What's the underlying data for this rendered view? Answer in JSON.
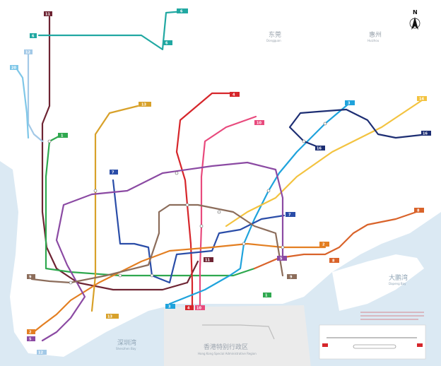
{
  "map": {
    "regions": [
      {
        "id": "dongguan",
        "name": "东莞",
        "name_en": "Dongguan"
      },
      {
        "id": "huizhou",
        "name": "惠州",
        "name_en": "Huizhou"
      },
      {
        "id": "hk",
        "name": "香港特别行政区",
        "name_en": "Hong Kong Special Administrative Region"
      }
    ],
    "seas": [
      {
        "id": "dapeng",
        "name": "大鹏湾",
        "name_en": "Dapeng Bay"
      },
      {
        "id": "shenzhen-bay",
        "name": "深圳湾",
        "name_en": "Shenzhen Bay"
      }
    ],
    "compass": "N",
    "colors": {
      "water": "#dbe9f3",
      "hk_land": "#ebebeb",
      "L1": "#2fa84f",
      "L2": "#e37f22",
      "L3": "#1fa3dc",
      "L4": "#d6262b",
      "L5": "#8b4aa3",
      "L6": "#21a8a2",
      "L7": "#2a4da8",
      "L8": "#d9632a",
      "L9": "#8c6d5b",
      "L10": "#e84a7d",
      "L11": "#6e2433",
      "L12": "#a3c9e7",
      "L13": "#d8a12a",
      "L14": "#f3c340",
      "L16": "#1d2e73",
      "L20": "#7fc7e8"
    },
    "badges": [
      {
        "id": "11",
        "line": "L11"
      },
      {
        "id": "6",
        "line": "L6"
      },
      {
        "id": "6",
        "line": "L6"
      },
      {
        "id": "6",
        "line": "L6"
      },
      {
        "id": "12",
        "line": "L12"
      },
      {
        "id": "20",
        "line": "L20"
      },
      {
        "id": "1",
        "line": "L1"
      },
      {
        "id": "13",
        "line": "L13"
      },
      {
        "id": "4",
        "line": "L4"
      },
      {
        "id": "10",
        "line": "L10"
      },
      {
        "id": "3",
        "line": "L3"
      },
      {
        "id": "14",
        "line": "L14"
      },
      {
        "id": "16",
        "line": "L16"
      },
      {
        "id": "16",
        "line": "L16"
      },
      {
        "id": "7",
        "line": "L7"
      },
      {
        "id": "7",
        "line": "L7"
      },
      {
        "id": "8",
        "line": "L8"
      },
      {
        "id": "2",
        "line": "L2"
      },
      {
        "id": "8",
        "line": "L8"
      },
      {
        "id": "5",
        "line": "L5"
      },
      {
        "id": "9",
        "line": "L9"
      },
      {
        "id": "11",
        "line": "L11"
      },
      {
        "id": "9",
        "line": "L9"
      },
      {
        "id": "2",
        "line": "L2"
      },
      {
        "id": "5",
        "line": "L5"
      },
      {
        "id": "12",
        "line": "L12"
      },
      {
        "id": "3",
        "line": "L3"
      },
      {
        "id": "4",
        "line": "L4"
      },
      {
        "id": "10",
        "line": "L10"
      },
      {
        "id": "1",
        "line": "L1"
      },
      {
        "id": "13",
        "line": "L13"
      }
    ]
  }
}
